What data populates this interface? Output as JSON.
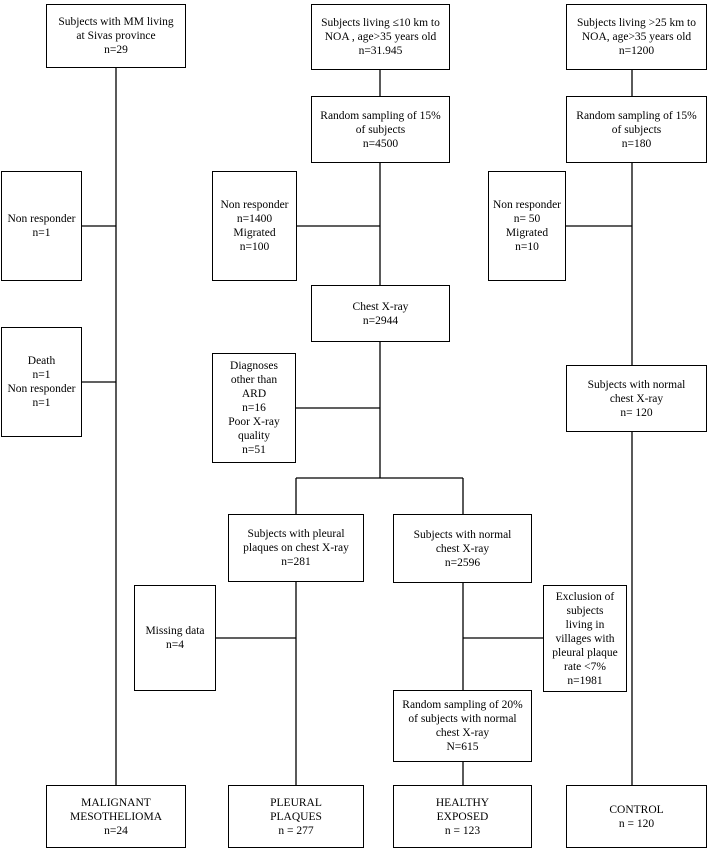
{
  "boxes": {
    "mm_start": {
      "lines": [
        "Subjects with MM living",
        "at Sivas province",
        "n=29"
      ]
    },
    "mm_nonresp": {
      "lines": [
        "Non responder",
        "n=1"
      ]
    },
    "mm_death": {
      "lines": [
        "Death",
        "n=1",
        "Non responder",
        "n=1"
      ]
    },
    "mm_final": {
      "lines": [
        "MALIGNANT",
        "MESOTHELIOMA",
        "n=24"
      ]
    },
    "near_start": {
      "lines": [
        "Subjects living ≤10 km to",
        "NOA , age>35 years old",
        "n=31.945"
      ]
    },
    "near_sample": {
      "lines": [
        "Random sampling of 15%",
        "of subjects",
        "n=4500"
      ]
    },
    "near_nonresp": {
      "lines": [
        "Non responder",
        "n=1400",
        "Migrated",
        "n=100"
      ]
    },
    "chest_xray": {
      "lines": [
        "Chest X-ray",
        "n=2944"
      ]
    },
    "diag_other": {
      "lines": [
        "Diagnoses",
        "other than",
        "ARD",
        "n=16",
        "Poor X-ray",
        "quality",
        "n=51"
      ]
    },
    "pleural_xray": {
      "lines": [
        "Subjects with pleural",
        "plaques on chest X-ray",
        "n=281"
      ]
    },
    "normal_xray": {
      "lines": [
        "Subjects with normal",
        "chest X-ray",
        "n=2596"
      ]
    },
    "missing": {
      "lines": [
        "Missing data",
        "n=4"
      ]
    },
    "exclusion": {
      "lines": [
        "Exclusion of",
        "subjects",
        "living in",
        "villages with",
        "pleural plaque",
        "rate <7%",
        "n=1981"
      ]
    },
    "sample20": {
      "lines": [
        "Random sampling of 20%",
        "of subjects with normal",
        "chest X-ray",
        "N=615"
      ]
    },
    "pleural_final": {
      "lines": [
        "PLEURAL",
        "PLAQUES",
        "n = 277"
      ]
    },
    "healthy_final": {
      "lines": [
        "HEALTHY",
        "EXPOSED",
        "n = 123"
      ]
    },
    "far_start": {
      "lines": [
        "Subjects living >25 km to",
        "NOA, age>35 years old",
        "n=1200"
      ]
    },
    "far_sample": {
      "lines": [
        "Random sampling of 15%",
        "of subjects",
        "n=180"
      ]
    },
    "far_nonresp": {
      "lines": [
        "Non responder",
        "n= 50",
        "Migrated",
        "n=10"
      ]
    },
    "far_normal": {
      "lines": [
        "Subjects with normal",
        "chest X-ray",
        "n= 120"
      ]
    },
    "control_final": {
      "lines": [
        "CONTROL",
        "n = 120"
      ]
    }
  }
}
